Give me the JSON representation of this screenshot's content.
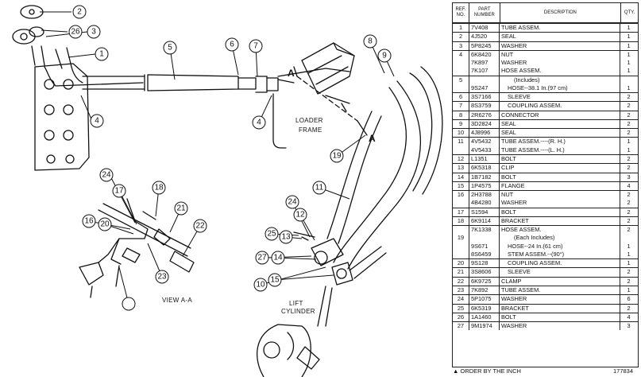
{
  "drawing": {
    "labels": {
      "loader_frame_1": "LOADER",
      "loader_frame_2": "FRAME",
      "view": "VIEW A-A",
      "lift_cyl_1": "LIFT",
      "lift_cyl_2": "CYLINDER",
      "section_a1": "A",
      "section_a2": "A"
    },
    "callouts": [
      "2",
      "26",
      "3",
      "1",
      "4",
      "5",
      "6",
      "7",
      "8",
      "9",
      "4",
      "19",
      "11",
      "24",
      "12",
      "25",
      "13",
      "27",
      "14",
      "10",
      "15",
      "24",
      "17",
      "18",
      "16",
      "20",
      "21",
      "22",
      "23"
    ]
  },
  "table": {
    "headers": {
      "ref": "REF. NO.",
      "part": "PART NUMBER",
      "desc": "DESCRIPTION",
      "qty": "QTY."
    },
    "rows": [
      {
        "ref": "1",
        "part": "7V408",
        "desc": "TUBE ASSEM.",
        "qty": "1"
      },
      {
        "ref": "2",
        "part": "4J520",
        "desc": "SEAL",
        "qty": "1"
      },
      {
        "ref": "3",
        "part": "5P8245",
        "desc": "WASHER",
        "qty": "1"
      },
      {
        "ref": "4",
        "part": "6K8420",
        "desc": "NUT",
        "qty": "1"
      },
      {
        "ref": "",
        "part": "7K897",
        "desc": "WASHER",
        "qty": "1"
      },
      {
        "ref": "",
        "part": "7K107",
        "desc": "HOSE ASSEM.",
        "qty": "1"
      },
      {
        "ref": "5",
        "part": "",
        "desc": "(Includes)",
        "qty": "",
        "indent": 2
      },
      {
        "ref": "",
        "part": "9S247",
        "desc": "HOSE--38.1 In.(97 cm)",
        "qty": "1",
        "indent": 1
      },
      {
        "ref": "6",
        "part": "3S7166",
        "desc": "SLEEVE",
        "qty": "2",
        "indent": 1
      },
      {
        "ref": "7",
        "part": "8S3759",
        "desc": "COUPLING ASSEM.",
        "qty": "2",
        "indent": 1
      },
      {
        "ref": "8",
        "part": "2R6276",
        "desc": "CONNECTOR",
        "qty": "2"
      },
      {
        "ref": "9",
        "part": "3D2824",
        "desc": "SEAL",
        "qty": "2"
      },
      {
        "ref": "10",
        "part": "4J8996",
        "desc": "SEAL",
        "qty": "2"
      },
      {
        "ref": "11",
        "part": "4V5432",
        "desc": "TUBE ASSEM.----(R. H.)",
        "qty": "1"
      },
      {
        "ref": "",
        "part": "4V5433",
        "desc": "TUBE ASSEM.----(L. H.)",
        "qty": "1"
      },
      {
        "ref": "12",
        "part": "L1351",
        "desc": "BOLT",
        "qty": "2"
      },
      {
        "ref": "13",
        "part": "6K5318",
        "desc": "CLIP",
        "qty": "2"
      },
      {
        "ref": "14",
        "part": "1B7182",
        "desc": "BOLT",
        "qty": "3"
      },
      {
        "ref": "15",
        "part": "1P4575",
        "desc": "FLANGE",
        "qty": "4"
      },
      {
        "ref": "16",
        "part": "2H3788",
        "desc": "NUT",
        "qty": "2"
      },
      {
        "ref": "",
        "part": "4B4280",
        "desc": "WASHER",
        "qty": "2"
      },
      {
        "ref": "17",
        "part": "S1594",
        "desc": "BOLT",
        "qty": "2"
      },
      {
        "ref": "18",
        "part": "6K9114",
        "desc": "BRACKET",
        "qty": "2"
      },
      {
        "ref": "",
        "part": "7K1338",
        "desc": "HOSE ASSEM.",
        "qty": "2"
      },
      {
        "ref": "19",
        "part": "",
        "desc": "(Each Includes)",
        "qty": "",
        "indent": 2
      },
      {
        "ref": "",
        "part": "9S671",
        "desc": "HOSE--24 In.(61 cm)",
        "qty": "1",
        "indent": 1
      },
      {
        "ref": "",
        "part": "8S6459",
        "desc": "STEM ASSEM.--(90°)",
        "qty": "1",
        "indent": 1
      },
      {
        "ref": "20",
        "part": "9S128",
        "desc": "COUPLING ASSEM.",
        "qty": "1",
        "indent": 1
      },
      {
        "ref": "21",
        "part": "3S8606",
        "desc": "SLEEVE",
        "qty": "2",
        "indent": 1
      },
      {
        "ref": "22",
        "part": "6K9725",
        "desc": "CLAMP",
        "qty": "2"
      },
      {
        "ref": "23",
        "part": "7K892",
        "desc": "TUBE ASSEM.",
        "qty": "1"
      },
      {
        "ref": "24",
        "part": "5P1075",
        "desc": "WASHER",
        "qty": "6"
      },
      {
        "ref": "25",
        "part": "6K5319",
        "desc": "BRACKET",
        "qty": "2"
      },
      {
        "ref": "26",
        "part": "1A1460",
        "desc": "BOLT",
        "qty": "4"
      },
      {
        "ref": "27",
        "part": "9M1974",
        "desc": "WASHER",
        "qty": "3"
      }
    ],
    "row_dividers_before": [
      0,
      1,
      2,
      3,
      6,
      8,
      9,
      10,
      11,
      12,
      13,
      15,
      16,
      17,
      18,
      19,
      21,
      22,
      23,
      27,
      28,
      29,
      30,
      31,
      32,
      33,
      34
    ]
  },
  "footer": {
    "note": "▲ ORDER BY THE INCH",
    "id": "177834"
  }
}
